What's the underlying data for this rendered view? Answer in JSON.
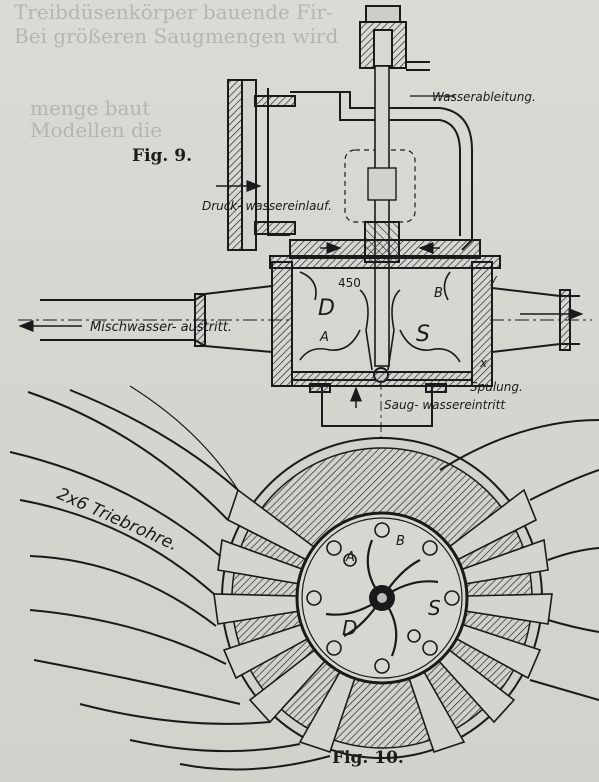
{
  "bleed_through": {
    "line1": "Treibdüsenkörper bauende Fir-",
    "line2": "Bei größeren Saugmengen wird",
    "line3": "menge baut",
    "line4": "Modellen die"
  },
  "figures": {
    "fig9": {
      "caption": "Fig. 9.",
      "labels": {
        "wasserableitung": "Wasserableitung.",
        "druckwasser": "Druck- wassereinlauf.",
        "mischwasser": "Mischwasser- austritt.",
        "saugwasser": "Saug- wassereintritt",
        "spulung": "Spulung.",
        "dim": "450",
        "D": "D",
        "S": "S",
        "A": "A",
        "B": "B",
        "x": "x",
        "y": "y"
      }
    },
    "fig10": {
      "caption": "Fig. 10.",
      "labels": {
        "triebrohre": "2x6 Triebrohre.",
        "A": "A",
        "B": "B",
        "D": "D",
        "S": "S"
      }
    }
  }
}
